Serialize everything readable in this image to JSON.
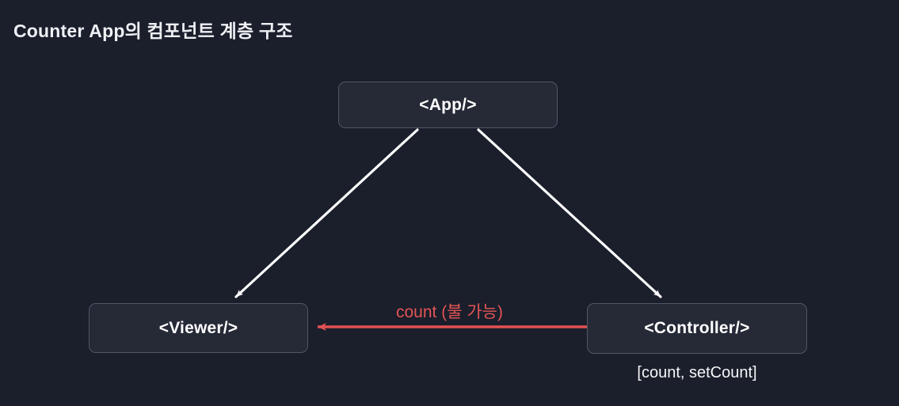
{
  "title": "Counter App의 컴포넌트 계층 구조",
  "diagram": {
    "nodes": [
      {
        "id": "app",
        "label": "<App/>"
      },
      {
        "id": "viewer",
        "label": "<Viewer/>"
      },
      {
        "id": "controller",
        "label": "<Controller/>",
        "annotation": "[count, setCount]"
      }
    ],
    "edges": [
      {
        "from": "app",
        "to": "viewer",
        "label": ""
      },
      {
        "from": "app",
        "to": "controller",
        "label": ""
      },
      {
        "from": "controller",
        "to": "viewer",
        "label": "count (불 가능)"
      }
    ]
  },
  "colors": {
    "background": "#1b1e2b",
    "node_fill": "#262936",
    "node_border": "#515666",
    "edge_white": "#ffffff",
    "edge_red": "#e25252",
    "red_label": "#e25555",
    "text": "#ffffff"
  }
}
